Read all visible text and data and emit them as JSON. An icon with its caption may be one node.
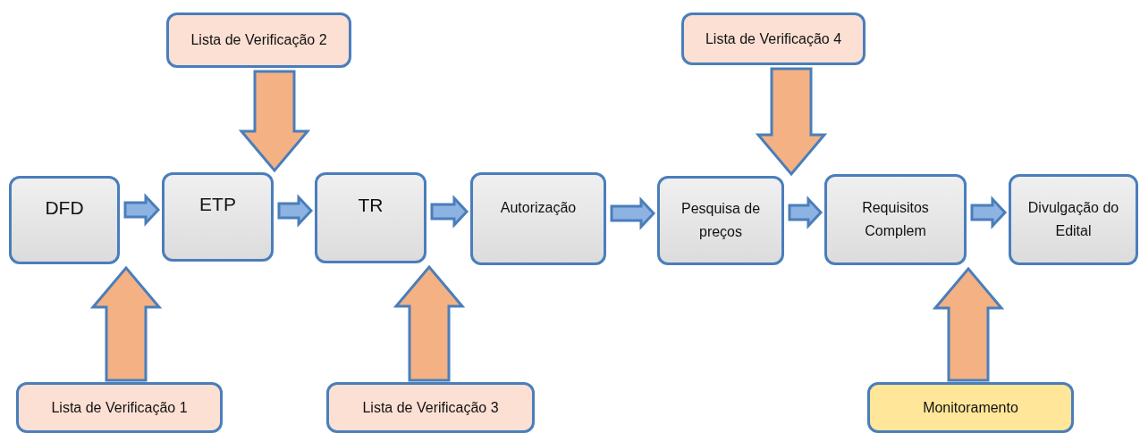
{
  "diagram": {
    "nodes": [
      {
        "text": [
          "DFD"
        ]
      },
      {
        "text": [
          "ETP"
        ]
      },
      {
        "text": [
          "TR"
        ]
      },
      {
        "text": [
          "Autorização"
        ]
      },
      {
        "text": [
          "Pesquisa de preços"
        ]
      },
      {
        "text": [
          "Requisitos Complem"
        ]
      },
      {
        "text": [
          "Divulgação do Edital"
        ]
      },
      {
        "text": [
          "Lista de Verificação 2"
        ]
      },
      {
        "text": [
          "Lista de Verificação 4"
        ]
      },
      {
        "text": [
          "Lista de Verificação 1"
        ]
      },
      {
        "text": [
          "Lista de Verificação 3"
        ]
      },
      {
        "text": [
          "Monitoramento"
        ]
      }
    ],
    "edges": [
      {
        "from": 0,
        "to": 1,
        "arrow": "to",
        "style": "thick"
      },
      {
        "from": 1,
        "to": 2,
        "arrow": "to",
        "style": "thick"
      },
      {
        "from": 2,
        "to": 3,
        "arrow": "to",
        "style": "thick"
      },
      {
        "from": 3,
        "to": 4,
        "arrow": "to",
        "style": "thick"
      },
      {
        "from": 4,
        "to": 5,
        "arrow": "to",
        "style": "thick"
      },
      {
        "from": 5,
        "to": 6,
        "arrow": "to",
        "style": "thick"
      },
      {
        "from": 7,
        "to": 1,
        "arrow": "to",
        "style": "thick",
        "color": "#f4b183"
      },
      {
        "from": 8,
        "to": 4,
        "arrow": "to",
        "style": "thick",
        "color": "#f4b183"
      },
      {
        "from": 9,
        "to": 0,
        "arrow": "to",
        "style": "thick",
        "color": "#f4b183"
      },
      {
        "from": 10,
        "to": 2,
        "arrow": "to",
        "style": "thick",
        "color": "#f4b183"
      },
      {
        "from": 11,
        "to": 5,
        "arrow": "to",
        "style": "thick",
        "color": "#f4b183"
      }
    ]
  }
}
